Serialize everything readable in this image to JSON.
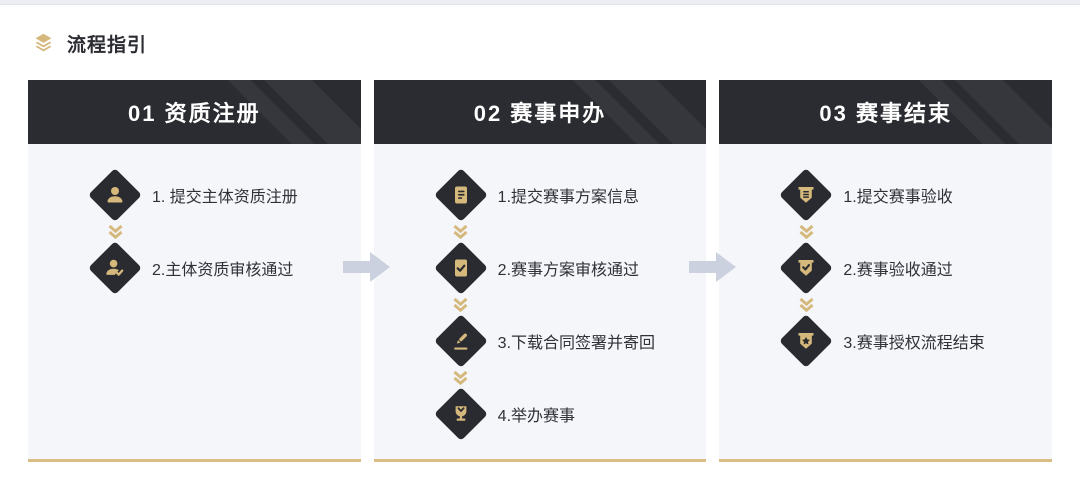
{
  "section": {
    "title": "流程指引",
    "icon": "layers-icon"
  },
  "colors": {
    "gold": "#D5B87B",
    "accent_line": "#D9BD85",
    "header_bg": "#2B2C31",
    "card_bg": "#F5F6FA",
    "arrow": "#CBD1DE",
    "step_text": "#2F3138"
  },
  "cards": [
    {
      "title": "01 资质注册",
      "steps": [
        {
          "icon": "user-icon",
          "label": "1. 提交主体资质注册"
        },
        {
          "icon": "user-check-icon",
          "label": "2.主体资质审核通过"
        }
      ]
    },
    {
      "title": "02 赛事申办",
      "steps": [
        {
          "icon": "document-icon",
          "label": "1.提交赛事方案信息"
        },
        {
          "icon": "document-check-icon",
          "label": "2.赛事方案审核通过"
        },
        {
          "icon": "pen-icon",
          "label": "3.下载合同签署并寄回"
        },
        {
          "icon": "trophy-icon",
          "label": "4.举办赛事"
        }
      ]
    },
    {
      "title": "03 赛事结束",
      "steps": [
        {
          "icon": "banner-lines-icon",
          "label": "1.提交赛事验收"
        },
        {
          "icon": "banner-check-icon",
          "label": "2.赛事验收通过"
        },
        {
          "icon": "banner-star-icon",
          "label": "3.赛事授权流程结束"
        }
      ]
    }
  ]
}
